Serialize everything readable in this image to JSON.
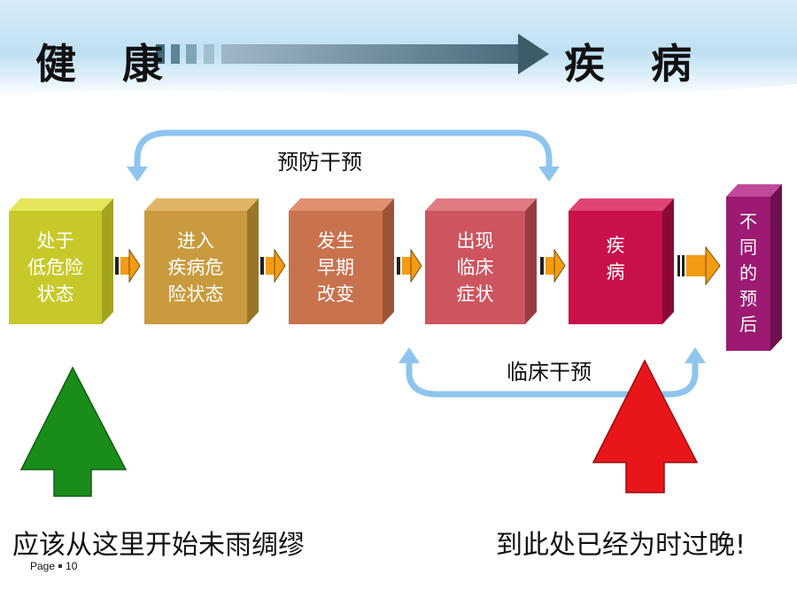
{
  "header": {
    "left_title": "健 康",
    "right_title": "疾 病"
  },
  "stages": [
    {
      "lines": [
        "处于",
        "低危险",
        "状态"
      ],
      "color": "#c7c92a"
    },
    {
      "lines": [
        "进入",
        "疾病危",
        "险状态"
      ],
      "color": "#c99a3e"
    },
    {
      "lines": [
        "发生",
        "早期",
        "改变"
      ],
      "color": "#c9724e"
    },
    {
      "lines": [
        "出现",
        "临床",
        "症状"
      ],
      "color": "#cc5560"
    },
    {
      "lines": [
        "疾",
        "病"
      ],
      "color": "#c8104b"
    }
  ],
  "outcome": {
    "lines": [
      "不",
      "同",
      "的",
      "预",
      "后"
    ],
    "color": "#9c1a72"
  },
  "labels": {
    "preventive": "预防干预",
    "clinical": "临床干预"
  },
  "bottom": {
    "left": "应该从这里开始未雨绸缪",
    "right": "到此处已经为时过晚!"
  },
  "page_label": "Page",
  "page_number": "10",
  "colors": {
    "green_arrow": "#1a8c1a",
    "red_arrow": "#e8161b",
    "blue_arc": "#8ec5ee",
    "orange_connector": "#f39c12"
  }
}
